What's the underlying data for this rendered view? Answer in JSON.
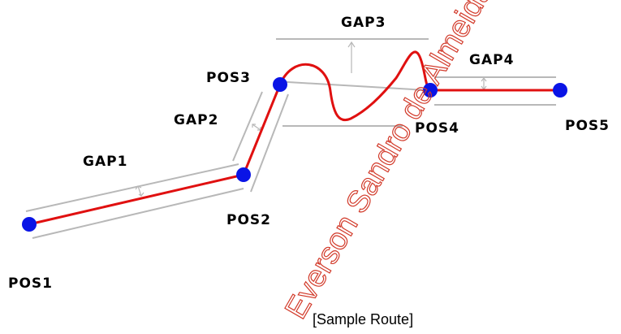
{
  "diagram": {
    "caption": "[Sample Route]",
    "watermark": "Everson Sandro de Almeida",
    "colors": {
      "route": "#e01010",
      "node": "#0a14e6",
      "guide": "#b8b8b8",
      "text": "#000000"
    },
    "positions": [
      {
        "label": "POS1"
      },
      {
        "label": "POS2"
      },
      {
        "label": "POS3"
      },
      {
        "label": "POS4"
      },
      {
        "label": "POS5"
      }
    ],
    "gaps": [
      {
        "label": "GAP1"
      },
      {
        "label": "GAP2"
      },
      {
        "label": "GAP3"
      },
      {
        "label": "GAP4"
      }
    ]
  }
}
